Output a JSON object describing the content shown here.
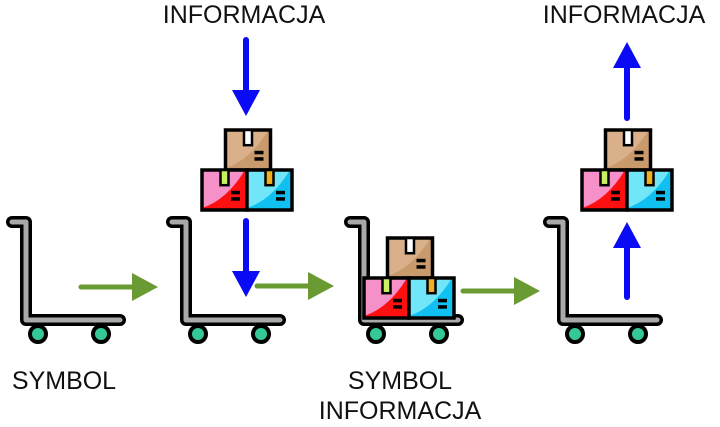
{
  "diagram": {
    "title": "Symbol vs. information flow",
    "colors": {
      "flow_arrow": "#6a9a32",
      "info_arrow": "#0a0af5",
      "cart_frame": "#a9a9a9",
      "cart_outline": "#000000",
      "wheel": "#34c899",
      "box_brown": "#c99a6b",
      "box_pink": "#f590c8",
      "box_red": "#ff1010",
      "box_cyan": "#70e6f8",
      "box_blue": "#10c0f0",
      "tape_green": "#c8f060",
      "tape_yellow": "#f0b020"
    },
    "labels": {
      "top_left_info": "INFORMACJA",
      "top_right_info": "INFORMACJA",
      "bottom_symbol": "SYMBOL",
      "bottom_symbol_2": "SYMBOL",
      "bottom_info_2": "INFORMACJA"
    },
    "stages": [
      {
        "name": "empty-cart",
        "cart_loaded": false,
        "boxes": "none"
      },
      {
        "name": "cart-receiving-information",
        "cart_loaded": false,
        "boxes": "above-incoming"
      },
      {
        "name": "loaded-cart",
        "cart_loaded": true,
        "boxes": "on-cart"
      },
      {
        "name": "cart-releasing-information",
        "cart_loaded": false,
        "boxes": "above-outgoing"
      }
    ],
    "connections": [
      {
        "from": "stage-1",
        "to": "stage-2",
        "kind": "flow"
      },
      {
        "from": "stage-2",
        "to": "stage-3",
        "kind": "flow"
      },
      {
        "from": "stage-3",
        "to": "stage-4",
        "kind": "flow"
      },
      {
        "from": "info-source",
        "to": "stage-2",
        "kind": "information-in"
      },
      {
        "from": "stage-4",
        "to": "info-sink",
        "kind": "information-out"
      }
    ]
  }
}
